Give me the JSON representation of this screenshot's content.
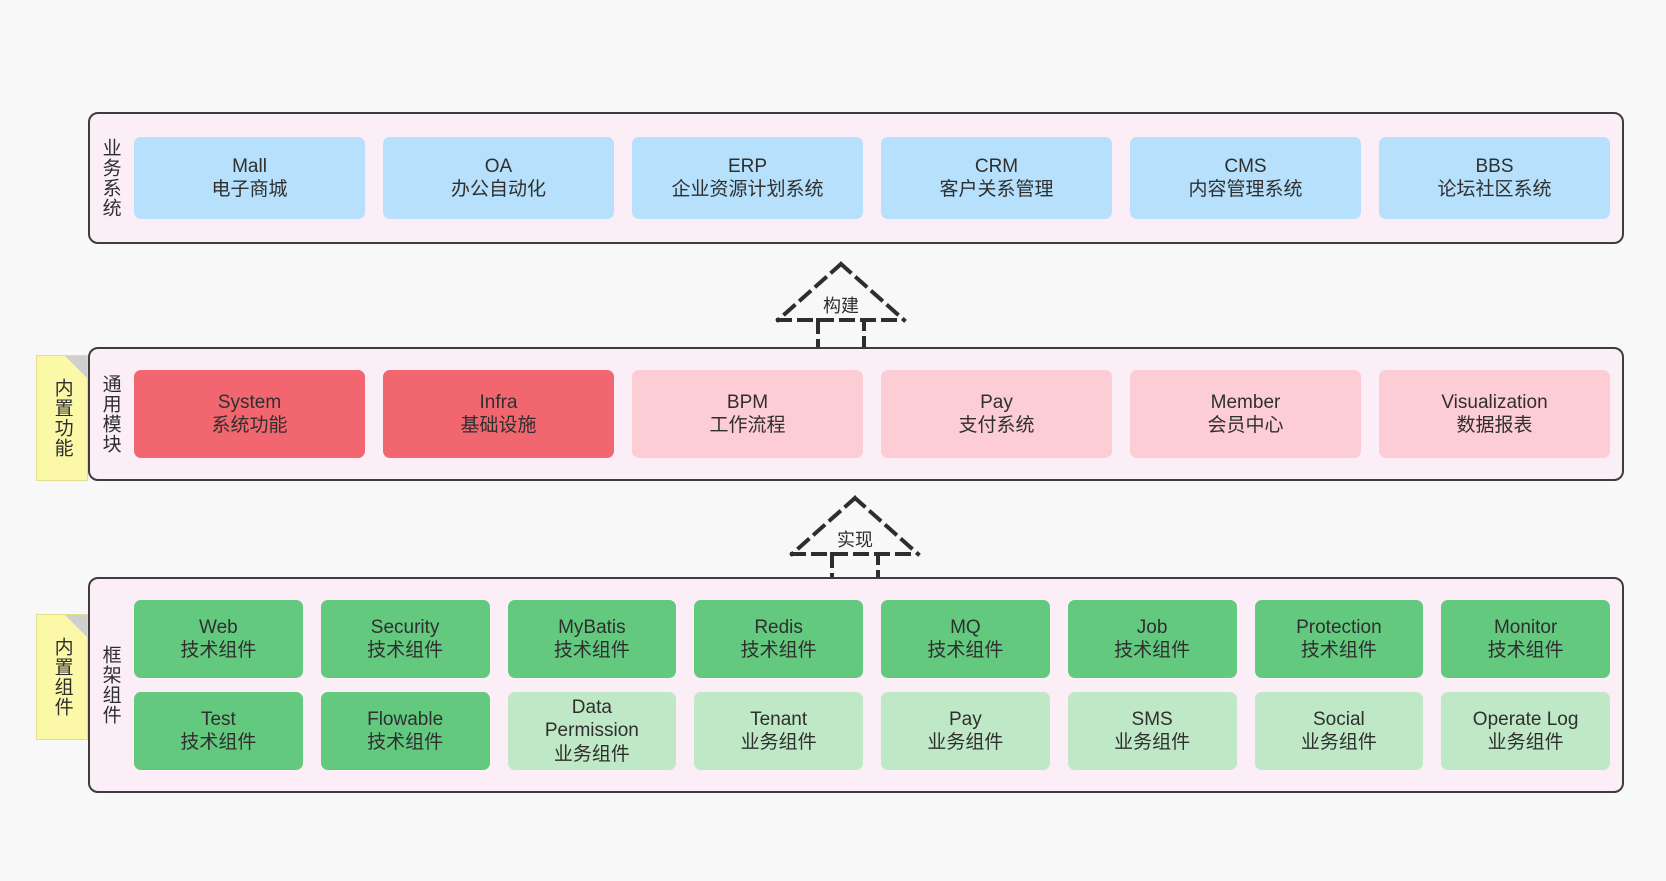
{
  "diagram": {
    "background": "#f8f8f8",
    "band_fill": "#fbeef6",
    "band_border": "#3d3d3d",
    "note_fill": "#fbf8a8",
    "colors": {
      "business": "#b6e0fb",
      "module_core": "#f2676f",
      "module_optional": "#fccdd4",
      "component_tech": "#63c97f",
      "component_business": "#bfe8c6"
    }
  },
  "layers": {
    "business": {
      "title": "业务系统",
      "cards": [
        {
          "name": "Mall",
          "desc": "电子商城"
        },
        {
          "name": "OA",
          "desc": "办公自动化"
        },
        {
          "name": "ERP",
          "desc": "企业资源计划系统"
        },
        {
          "name": "CRM",
          "desc": "客户关系管理"
        },
        {
          "name": "CMS",
          "desc": "内容管理系统"
        },
        {
          "name": "BBS",
          "desc": "论坛社区系统"
        }
      ]
    },
    "modules": {
      "title": "通用模块",
      "note": "内置功能",
      "cards": [
        {
          "name": "System",
          "desc": "系统功能",
          "kind": "red"
        },
        {
          "name": "Infra",
          "desc": "基础设施",
          "kind": "red"
        },
        {
          "name": "BPM",
          "desc": "工作流程",
          "kind": "pink"
        },
        {
          "name": "Pay",
          "desc": "支付系统",
          "kind": "pink"
        },
        {
          "name": "Member",
          "desc": "会员中心",
          "kind": "pink"
        },
        {
          "name": "Visualization",
          "desc": "数据报表",
          "kind": "pink"
        }
      ]
    },
    "framework": {
      "title": "框架组件",
      "note": "内置组件",
      "row1": [
        {
          "name": "Web",
          "desc": "技术组件"
        },
        {
          "name": "Security",
          "desc": "技术组件"
        },
        {
          "name": "MyBatis",
          "desc": "技术组件"
        },
        {
          "name": "Redis",
          "desc": "技术组件"
        },
        {
          "name": "MQ",
          "desc": "技术组件"
        },
        {
          "name": "Job",
          "desc": "技术组件"
        },
        {
          "name": "Protection",
          "desc": "技术组件"
        },
        {
          "name": "Monitor",
          "desc": "技术组件"
        }
      ],
      "row2": [
        {
          "name": "Test",
          "desc": "技术组件",
          "kind": "green"
        },
        {
          "name": "Flowable",
          "desc": "技术组件",
          "kind": "green"
        },
        {
          "name": "Data\nPermission",
          "desc": "业务组件",
          "kind": "lightgreen"
        },
        {
          "name": "Tenant",
          "desc": "业务组件",
          "kind": "lightgreen"
        },
        {
          "name": "Pay",
          "desc": "业务组件",
          "kind": "lightgreen"
        },
        {
          "name": "SMS",
          "desc": "业务组件",
          "kind": "lightgreen"
        },
        {
          "name": "Social",
          "desc": "业务组件",
          "kind": "lightgreen"
        },
        {
          "name": "Operate Log",
          "desc": "业务组件",
          "kind": "lightgreen"
        }
      ]
    }
  },
  "arrows": {
    "build": "构建",
    "implement": "实现"
  }
}
